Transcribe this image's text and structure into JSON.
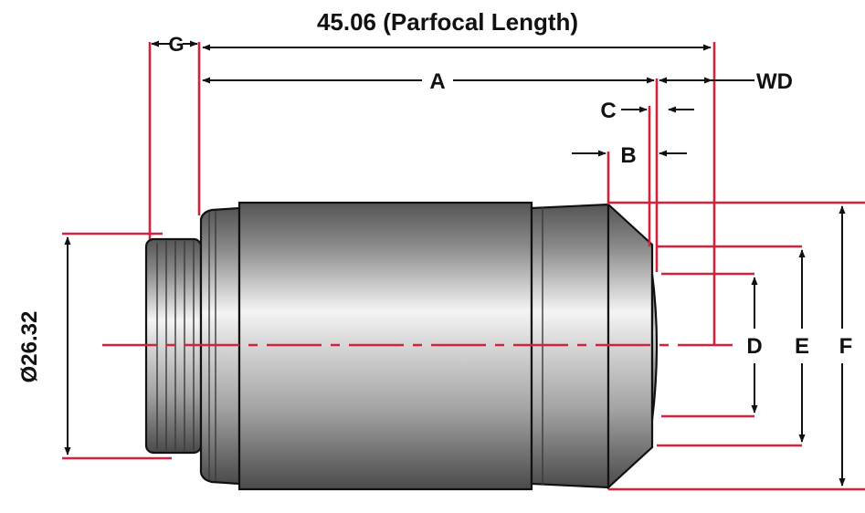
{
  "labels": {
    "parfocal_length": "45.06 (Parfocal Length)",
    "a": "A",
    "b": "B",
    "c": "C",
    "d": "D",
    "e": "E",
    "f": "F",
    "g": "G",
    "wd": "WD",
    "thread_diameter": "Ø26.32"
  },
  "colors": {
    "reference_lines": "#d2233c",
    "dimension_lines": "#111111",
    "body_highlight": "#f7f7f7",
    "body_shadow": "#4b4b4b"
  }
}
